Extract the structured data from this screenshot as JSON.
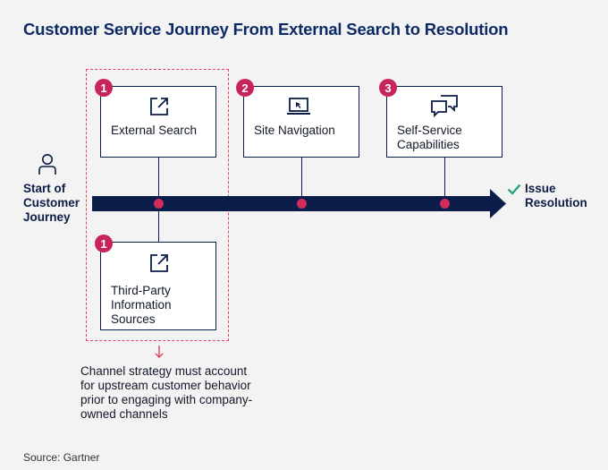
{
  "title": "Customer Service Journey From External Search to Resolution",
  "start_label": "Start of\nCustomer\nJourney",
  "end_label": "Issue\nResolution",
  "steps": [
    {
      "number": "1",
      "label": "External Search",
      "icon": "external-link-icon"
    },
    {
      "number": "2",
      "label": "Site Navigation",
      "icon": "laptop-cursor-icon"
    },
    {
      "number": "3",
      "label": "Self-Service\nCapabilities",
      "icon": "chat-bubbles-icon"
    }
  ],
  "lower_step": {
    "number": "1",
    "label": "Third-Party\nInformation\nSources",
    "icon": "external-link-icon"
  },
  "note": "Channel strategy must account\nfor upstream customer behavior\nprior to engaging with company-\nowned channels",
  "source": "Source: Gartner",
  "colors": {
    "navy": "#0b1d48",
    "accent": "#c9245a",
    "check": "#1aa37a",
    "dashed": "#e0445f"
  }
}
